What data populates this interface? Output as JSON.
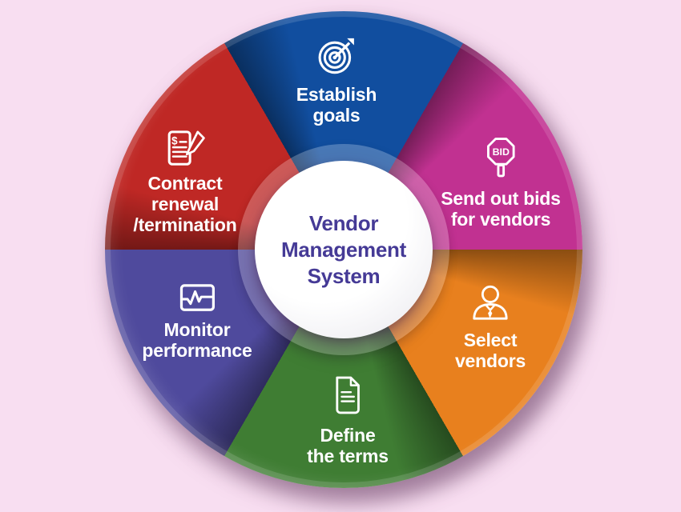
{
  "background_color": "#f8def1",
  "hub": {
    "title_lines": [
      "Vendor",
      "Management",
      "System"
    ],
    "text_color": "#453a96"
  },
  "label_text_color": "#ffffff",
  "segments": [
    {
      "id": "establish-goals",
      "label_lines": [
        "Establish",
        "goals"
      ],
      "color": "#114e9f",
      "icon": "target-arrow-icon"
    },
    {
      "id": "send-out-bids",
      "label_lines": [
        "Send out bids",
        "for vendors"
      ],
      "color": "#c13191",
      "icon": "bid-sign-icon",
      "icon_text": "BID"
    },
    {
      "id": "select-vendors",
      "label_lines": [
        "Select",
        "vendors"
      ],
      "color": "#e8801e",
      "icon": "businessman-icon"
    },
    {
      "id": "define-the-terms",
      "label_lines": [
        "Define",
        "the terms"
      ],
      "color": "#3f7d33",
      "icon": "document-icon"
    },
    {
      "id": "monitor-performance",
      "label_lines": [
        "Monitor",
        "performance"
      ],
      "color": "#4f4a9d",
      "icon": "pulse-monitor-icon"
    },
    {
      "id": "contract-renewal-termination",
      "label_lines": [
        "Contract",
        "renewal",
        "/termination"
      ],
      "color": "#bf2825",
      "icon": "contract-pen-icon",
      "icon_text": "$"
    }
  ]
}
